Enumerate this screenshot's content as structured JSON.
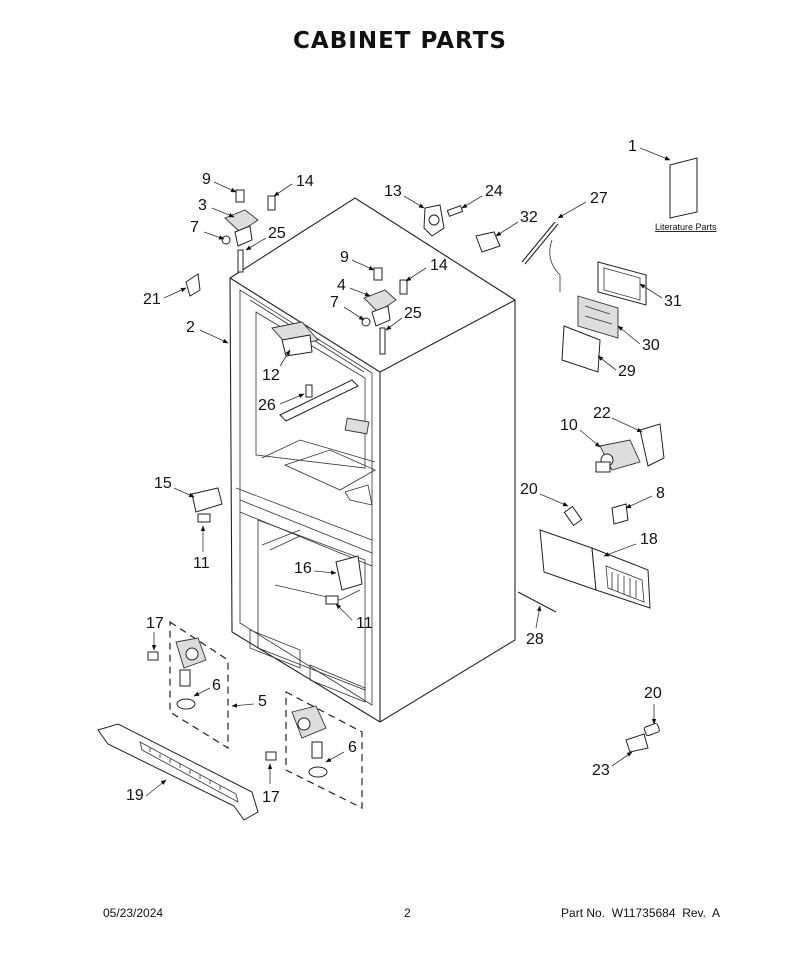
{
  "title": "CABINET PARTS",
  "literature_label": "Literature Parts",
  "callouts": {
    "c1": "1",
    "c2": "2",
    "c3": "3",
    "c4": "4",
    "c5": "5",
    "c6a": "6",
    "c6b": "6",
    "c7a": "7",
    "c7b": "7",
    "c8": "8",
    "c9a": "9",
    "c9b": "9",
    "c10": "10",
    "c11a": "11",
    "c11b": "11",
    "c12": "12",
    "c13": "13",
    "c14a": "14",
    "c14b": "14",
    "c15": "15",
    "c16": "16",
    "c17a": "17",
    "c17b": "17",
    "c18": "18",
    "c19": "19",
    "c20a": "20",
    "c20b": "20",
    "c21": "21",
    "c22": "22",
    "c23": "23",
    "c24": "24",
    "c25a": "25",
    "c25b": "25",
    "c26": "26",
    "c27": "27",
    "c28": "28",
    "c29": "29",
    "c30": "30",
    "c31": "31",
    "c32": "32"
  },
  "footer": {
    "date": "05/23/2024",
    "page": "2",
    "part_no": "Part No.  W11735684  Rev.  A"
  }
}
